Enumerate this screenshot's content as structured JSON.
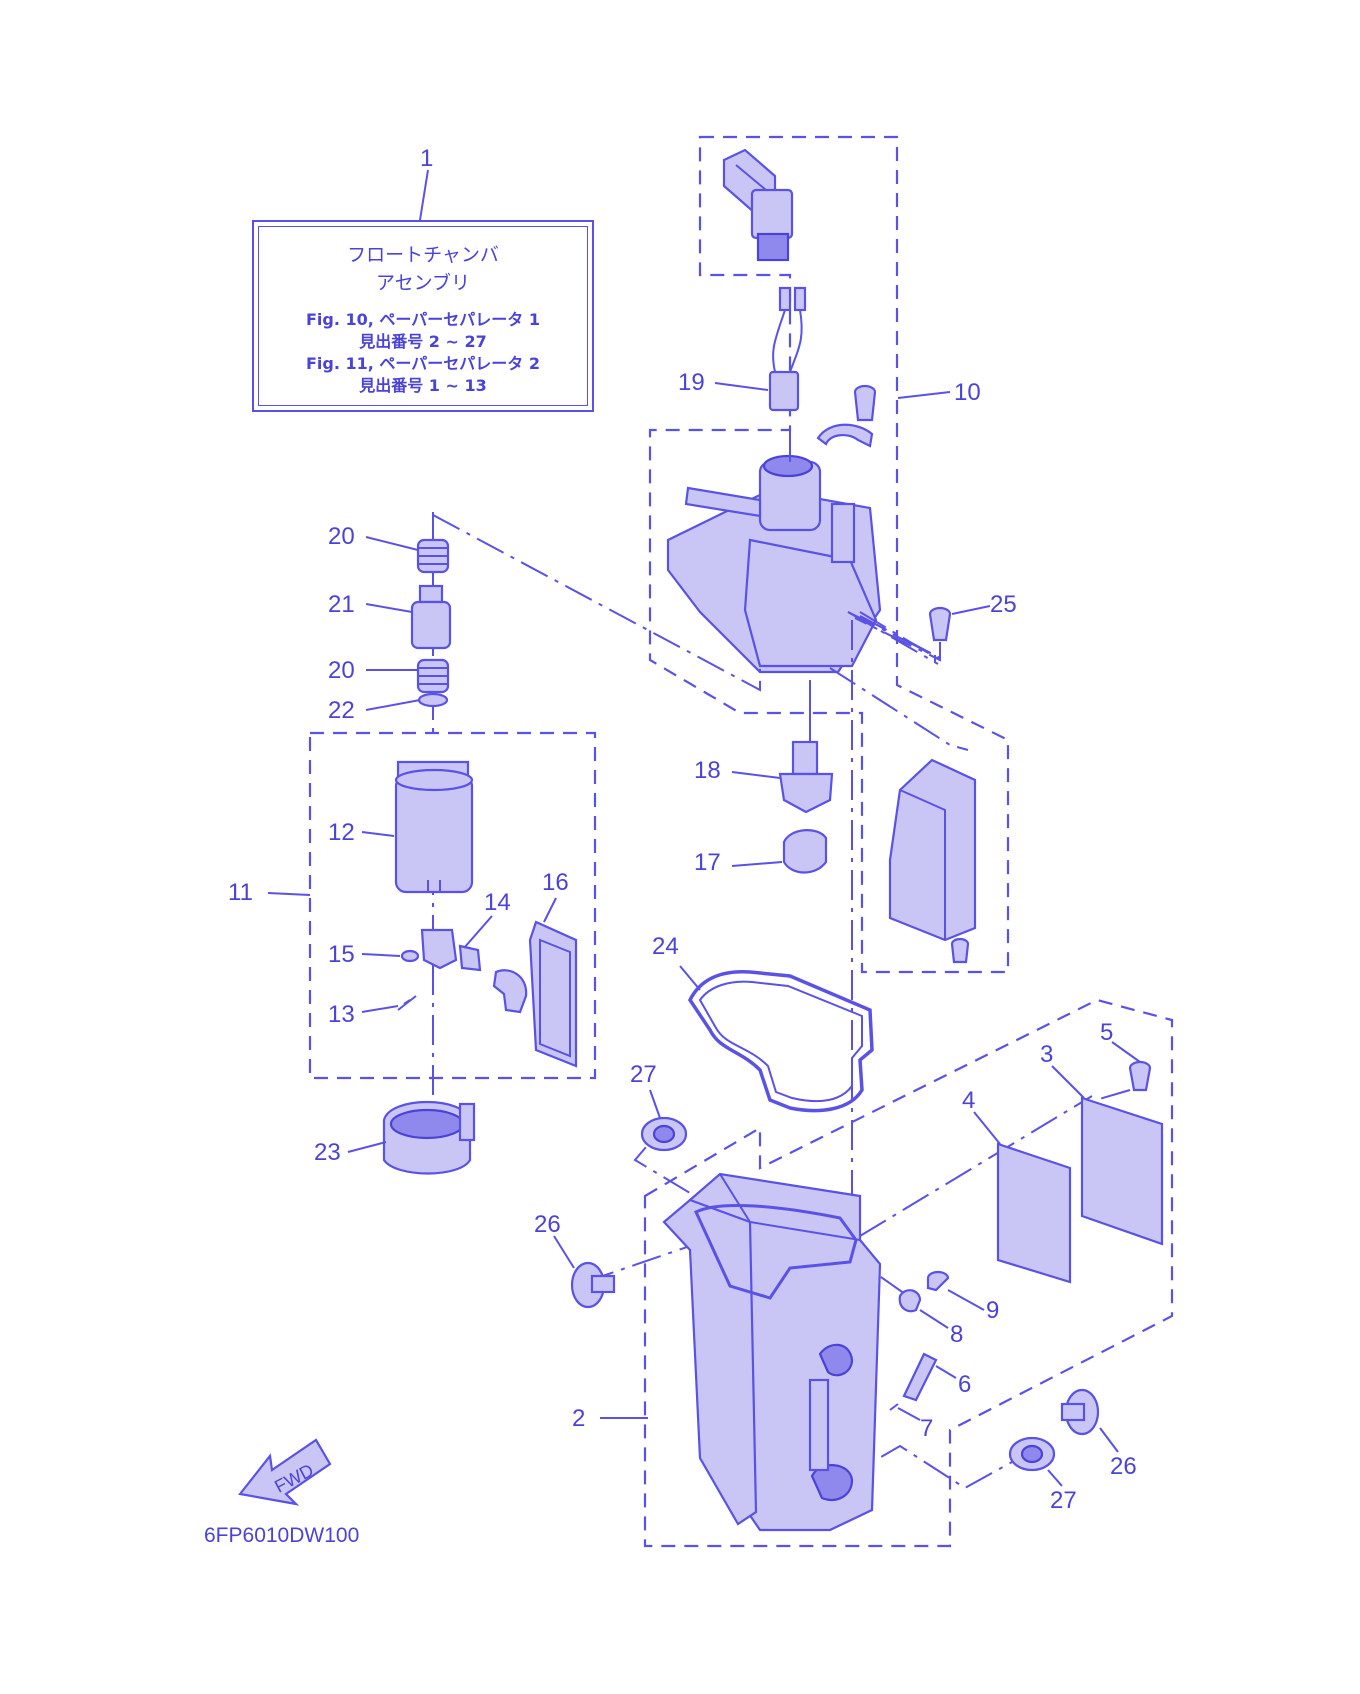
{
  "note_box": {
    "line1": "フロートチャンバ",
    "line2": "アセンブリ",
    "line3": "Fig. 10, ペーパーセパレータ 1",
    "line4": "見出番号 2 ~ 27",
    "line5": "Fig. 11, ペーパーセパレータ 2",
    "line6": "見出番号 1 ~ 13"
  },
  "arrow_label": "FWD",
  "drawing_code": "6FP6010DW100",
  "callouts": {
    "c1": "1",
    "c2": "2",
    "c3": "3",
    "c4": "4",
    "c5": "5",
    "c6": "6",
    "c7": "7",
    "c8": "8",
    "c9": "9",
    "c10": "10",
    "c11": "11",
    "c12": "12",
    "c13": "13",
    "c14": "14",
    "c15": "15",
    "c16": "16",
    "c17": "17",
    "c18": "18",
    "c19": "19",
    "c20a": "20",
    "c20b": "20",
    "c21": "21",
    "c22": "22",
    "c23": "23",
    "c24": "24",
    "c25": "25",
    "c26a": "26",
    "c26b": "26",
    "c27a": "27",
    "c27b": "27"
  },
  "colors": {
    "ink": "#5a52e6",
    "fill": "#c9c6f6",
    "dark": "#8f89ee"
  }
}
